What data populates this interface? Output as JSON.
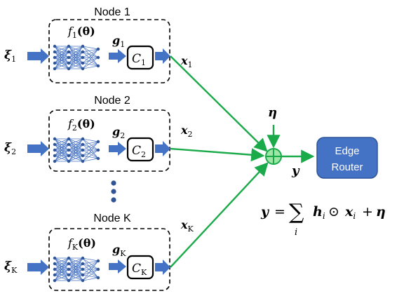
{
  "nodes": [
    {
      "title": "Node 1",
      "input": "ξ",
      "input_sub": "1",
      "func": "f",
      "func_sub": "1",
      "func_arg": "(θ)",
      "grad": "g",
      "grad_sub": "1",
      "comp": "C",
      "comp_sub": "1",
      "out": "x",
      "out_sub": "1"
    },
    {
      "title": "Node 2",
      "input": "ξ",
      "input_sub": "2",
      "func": "f",
      "func_sub": "2",
      "func_arg": "(θ)",
      "grad": "g",
      "grad_sub": "2",
      "comp": "C",
      "comp_sub": "2",
      "out": "x",
      "out_sub": "2"
    },
    {
      "title": "Node K",
      "input": "ξ",
      "input_sub": "K",
      "func": "f",
      "func_sub": "K",
      "func_arg": "(θ)",
      "grad": "g",
      "grad_sub": "K",
      "comp": "C",
      "comp_sub": "K",
      "out": "x",
      "out_sub": "K"
    }
  ],
  "noise": "η",
  "sum_output": "y",
  "router": {
    "line1": "Edge",
    "line2": "Router"
  },
  "equation": {
    "lhs": "y",
    "equals": "=",
    "sum": "∑",
    "index": "i",
    "h": "h",
    "h_sub": "i",
    "odot": "⊙",
    "x": "x",
    "x_sub": "i",
    "plus": "+",
    "noise": "η"
  },
  "colors": {
    "arrow_blue": "#4472c4",
    "line_green": "#1aaa4a",
    "sum_fill": "#9ee6a8",
    "router_fill": "#4472c4",
    "net_node": "#2f5597"
  }
}
